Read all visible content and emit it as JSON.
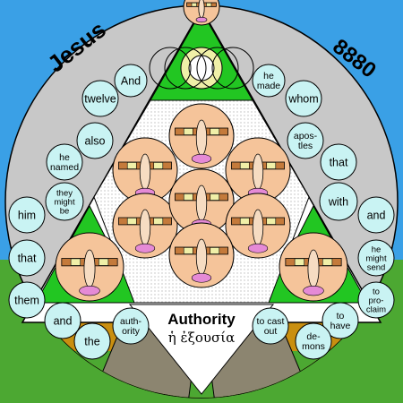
{
  "header": {
    "left_title": "Jesus",
    "right_number": "8880"
  },
  "center": {
    "title": "Authority",
    "greek": "ἡ ἐξουσία"
  },
  "left_words": [
    [
      "And"
    ],
    [
      "twelve"
    ],
    [
      "also"
    ],
    [
      "he",
      "named"
    ],
    [
      "they",
      "might",
      "be"
    ],
    [
      "him"
    ],
    [
      "that"
    ],
    [
      "them"
    ],
    [
      "and"
    ],
    [
      "the"
    ],
    [
      "auth-",
      "ority"
    ]
  ],
  "right_words": [
    [
      "he",
      "made"
    ],
    [
      "whom"
    ],
    [
      "apos-",
      "tles"
    ],
    [
      "that"
    ],
    [
      "with"
    ],
    [
      "and"
    ],
    [
      "he",
      "might",
      "send"
    ],
    [
      "to",
      "pro-",
      "claim"
    ],
    [
      "to",
      "have"
    ],
    [
      "de-",
      "mons"
    ],
    [
      "to cast",
      "out"
    ]
  ],
  "colors": {
    "gray_disc": "#c8c8c8",
    "sky": "#3aa0e6",
    "grass": "#4ca832",
    "green_triangle": "#22c622",
    "bubble": "#c9f3f3",
    "brown_band": "#c98f10",
    "face_skin": "#f5c49a",
    "face_band": "#c47a3b",
    "face_pink": "#e58ad6",
    "eye_light": "#f0f0a8"
  }
}
